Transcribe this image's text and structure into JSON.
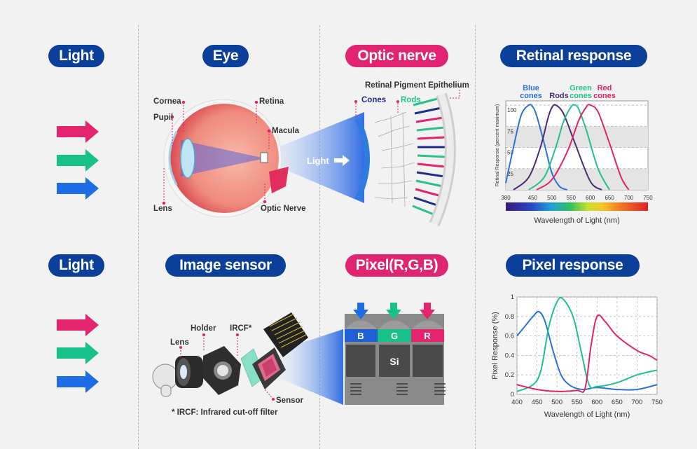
{
  "colors": {
    "pill_blue": "#0b3f99",
    "pill_pink": "#e02470",
    "arrow_pink": "#e5246f",
    "arrow_green": "#18c189",
    "arrow_blue": "#1f6de6",
    "blue_curve": "#2a73d6",
    "rod_curve": "#4b2d73",
    "green_curve": "#21c08f",
    "red_curve": "#e02466"
  },
  "top_row": {
    "light_title": "Light",
    "eye_title": "Eye",
    "optic_title": "Optic nerve",
    "retinal_title": "Retinal response",
    "eye_labels": {
      "cornea": "Cornea",
      "pupil": "Pupil",
      "lens": "Lens",
      "retina": "Retina",
      "macula": "Macula",
      "optic_nerve": "Optic Nerve"
    },
    "beam_label": "Light",
    "optic_labels": {
      "rpe": "Retinal Pigment Epithelium",
      "cones": "Cones",
      "rods": "Rods"
    }
  },
  "bottom_row": {
    "light_title": "Light",
    "sensor_title": "Image sensor",
    "pixel_title": "Pixel(R,G,B)",
    "pixel_response_title": "Pixel response",
    "sensor_labels": {
      "holder": "Holder",
      "ircf": "IRCF*",
      "lens": "Lens",
      "sensor": "Sensor",
      "footnote": "* IRCF: Infrared cut-off filter"
    },
    "pixel_labels": {
      "b": "B",
      "g": "G",
      "r": "R",
      "si": "Si"
    }
  },
  "chart_data": [
    {
      "type": "line",
      "title": "",
      "xlabel": "Wavelength of Light (nm)",
      "ylabel": "Retinal Response (percent maximum)",
      "x_ticks": [
        380,
        450,
        500,
        550,
        600,
        650,
        700,
        750
      ],
      "y_ticks": [
        25,
        50,
        75,
        100
      ],
      "xlim": [
        380,
        750
      ],
      "ylim": [
        0,
        105
      ],
      "legend": {
        "blue_line1": "Blue",
        "blue_line2": "cones",
        "rods": "Rods",
        "green_line1": "Green",
        "green_line2": "cones",
        "red_line1": "Red",
        "red_line2": "cones"
      },
      "series": [
        {
          "name": "Blue cones",
          "x": [
            380,
            400,
            420,
            440,
            450,
            460,
            480,
            500,
            520,
            540
          ],
          "values": [
            8,
            50,
            88,
            100,
            98,
            88,
            55,
            20,
            4,
            0
          ]
        },
        {
          "name": "Rods",
          "x": [
            400,
            440,
            470,
            490,
            500,
            510,
            530,
            560,
            600,
            630
          ],
          "values": [
            0,
            15,
            50,
            85,
            97,
            100,
            90,
            55,
            10,
            0
          ]
        },
        {
          "name": "Green cones",
          "x": [
            440,
            480,
            510,
            530,
            550,
            560,
            570,
            590,
            620,
            650
          ],
          "values": [
            0,
            15,
            50,
            80,
            98,
            100,
            95,
            70,
            25,
            0
          ]
        },
        {
          "name": "Red cones",
          "x": [
            460,
            500,
            540,
            570,
            590,
            600,
            620,
            650,
            680,
            700
          ],
          "values": [
            0,
            12,
            45,
            82,
            98,
            100,
            92,
            55,
            15,
            0
          ]
        }
      ]
    },
    {
      "type": "line",
      "title": "",
      "xlabel": "Wavelength of Light (nm)",
      "ylabel": "Pixel Response (%)",
      "x_ticks": [
        400,
        450,
        500,
        550,
        600,
        650,
        700,
        750
      ],
      "y_ticks": [
        0,
        0.2,
        0.4,
        0.6,
        0.8,
        1
      ],
      "xlim": [
        400,
        750
      ],
      "ylim": [
        0,
        1
      ],
      "series": [
        {
          "name": "B",
          "x": [
            400,
            420,
            440,
            455,
            470,
            490,
            510,
            530,
            550,
            570,
            600,
            650,
            700,
            750
          ],
          "values": [
            0.6,
            0.7,
            0.8,
            0.85,
            0.75,
            0.45,
            0.2,
            0.1,
            0.06,
            0.05,
            0.07,
            0.05,
            0.05,
            0.1
          ]
        },
        {
          "name": "G",
          "x": [
            400,
            440,
            460,
            480,
            500,
            515,
            540,
            560,
            580,
            600,
            650,
            700,
            750
          ],
          "values": [
            0.03,
            0.1,
            0.25,
            0.7,
            0.95,
            0.98,
            0.8,
            0.45,
            0.1,
            0.08,
            0.12,
            0.2,
            0.25
          ]
        },
        {
          "name": "R",
          "x": [
            400,
            450,
            500,
            550,
            570,
            585,
            600,
            620,
            650,
            700,
            730,
            750
          ],
          "values": [
            0.1,
            0.05,
            0.03,
            0.04,
            0.06,
            0.5,
            0.8,
            0.75,
            0.6,
            0.45,
            0.4,
            0.35
          ]
        }
      ]
    }
  ]
}
